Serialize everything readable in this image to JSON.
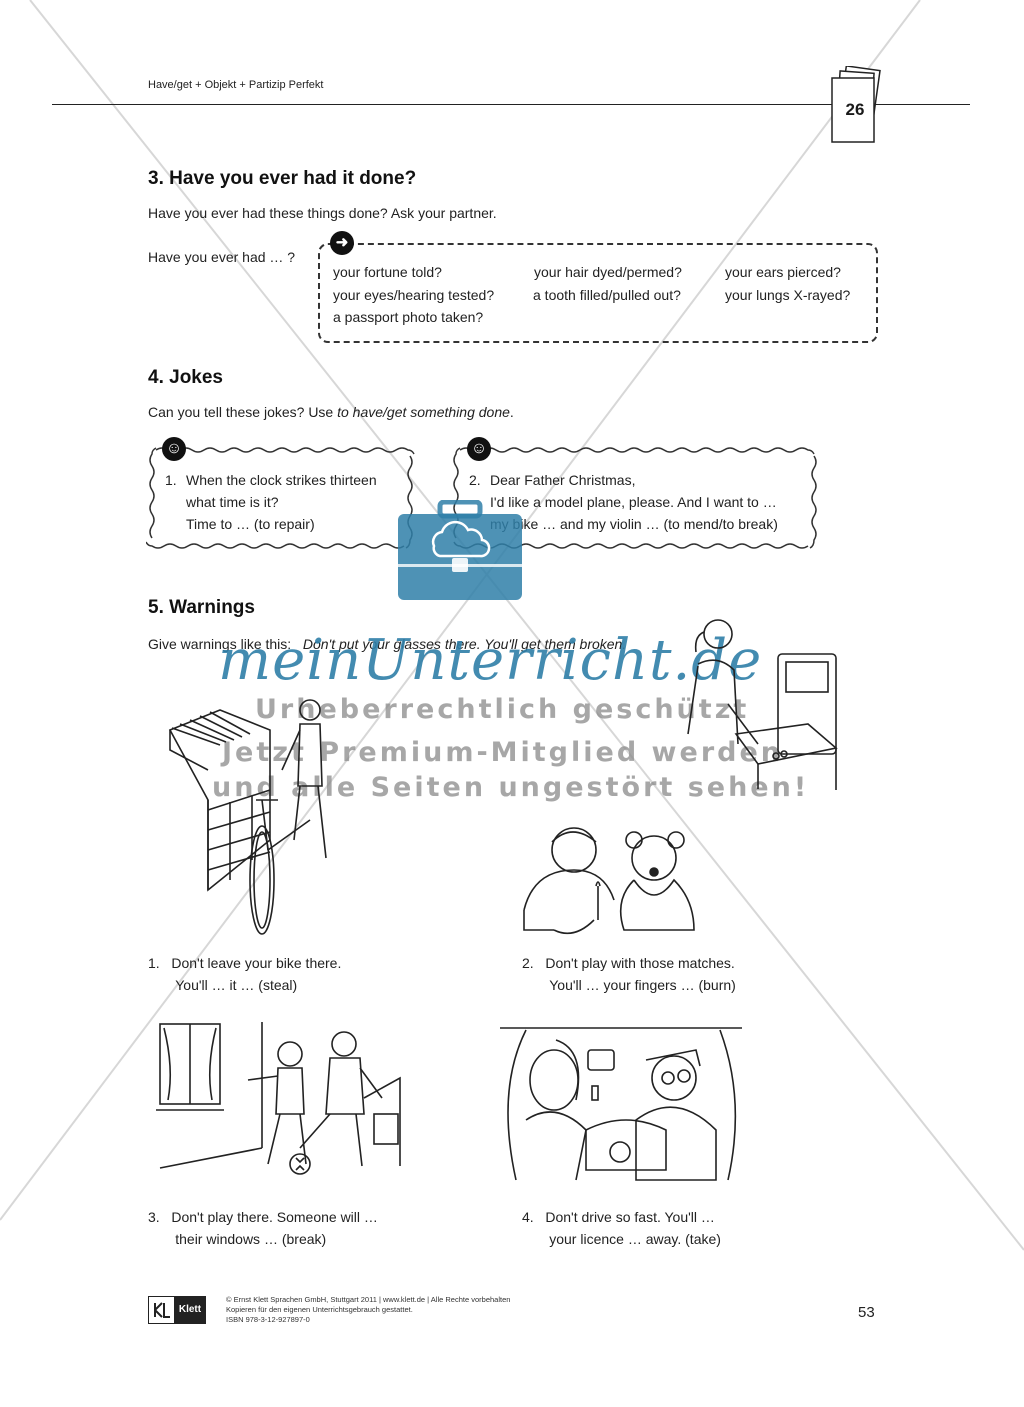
{
  "header": {
    "running_head": "Have/get + Objekt + Partizip Perfekt",
    "tab_number": "26"
  },
  "section3": {
    "title": "3. Have you ever had it done?",
    "instruction": "Have you ever had these things done? Ask your partner.",
    "prompt": "Have you ever had … ?",
    "icon": "arrow-right-icon",
    "items": [
      "your fortune told?",
      "your hair dyed/permed?",
      "your ears pierced?",
      "your eyes/hearing tested?",
      "a tooth filled/pulled out?",
      "your lungs X-rayed?",
      "a passport photo taken?"
    ]
  },
  "section4": {
    "title": "4. Jokes",
    "instruction_pre": "Can you tell these jokes? Use ",
    "instruction_italic": "to have/get something done",
    "instruction_post": ".",
    "icon": "smiley-icon",
    "joke1": {
      "number": "1.",
      "lines": [
        "When the clock strikes thirteen",
        "what time is it?",
        "Time to … (to repair)"
      ]
    },
    "joke2": {
      "number": "2.",
      "lines": [
        "Dear Father Christmas,",
        "I'd like a model plane, please. And I want to …",
        "my bike … and my violin … (to mend/to break)"
      ]
    }
  },
  "section5": {
    "title": "5. Warnings",
    "instruction_pre": "Give warnings like this:",
    "instruction_italic": "Don't put your glasses there. You'll get them broken.",
    "captions": [
      {
        "number": "1.",
        "line1": "Don't leave your bike there.",
        "line2": "You'll … it … (steal)"
      },
      {
        "number": "2.",
        "line1": "Don't play with those matches.",
        "line2": "You'll … your fingers … (burn)"
      },
      {
        "number": "3.",
        "line1": "Don't play there. Someone will …",
        "line2": "their windows … (break)"
      },
      {
        "number": "4.",
        "line1": "Don't drive so fast. You'll …",
        "line2": "your licence … away. (take)"
      }
    ]
  },
  "watermark": {
    "logo": "meinUnterricht.de",
    "line1": "Urheberrechtlich geschützt",
    "line2": "Jetzt Premium-Mitglied werden",
    "line3": "und alle Seiten ungestört sehen!",
    "accent_color": "#2f7fa8"
  },
  "footer": {
    "publisher_logo": "Klett",
    "copyright": "© Ernst Klett Sprachen GmbH, Stuttgart 2011 | www.klett.de | Alle Rechte vorbehalten",
    "copy_note": "Kopieren für den eigenen Unterrichtsgebrauch gestattet.",
    "isbn": "ISBN 978-3-12-927897-0",
    "page_number": "53"
  }
}
